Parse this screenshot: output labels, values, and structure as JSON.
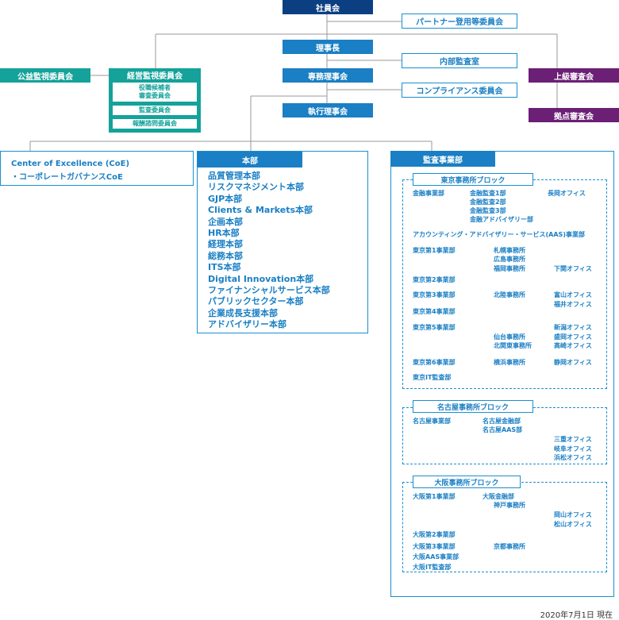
{
  "top": {
    "shain": "社員会",
    "partner": "パートナー登用等委員会",
    "rijicho": "理事長",
    "naibu": "内部監査室",
    "senmu": "専務理事会",
    "compliance": "コンプライアンス委員会",
    "shikko": "執行理事会",
    "joukyu": "上級審査会",
    "kyoten": "拠点審査会"
  },
  "keiei": {
    "title": "経営監視委員会",
    "sub1": "役職候補者\n審査委員会",
    "sub2": "監査委員会",
    "sub3": "報酬諮問委員会",
    "public": "公益監視委員会"
  },
  "coe": {
    "line1": "Center of Excellence (CoE)",
    "line2": "・コーポレートガバナンスCoE"
  },
  "honbu": {
    "title": "本部",
    "items": [
      "品質管理本部",
      "リスクマネジメント本部",
      "GJP本部",
      "Clients & Markets本部",
      "企画本部",
      "HR本部",
      "経理本部",
      "総務本部",
      "ITS本部",
      "Digital Innovation本部",
      "ファイナンシャルサービス本部",
      "パブリックセクター本部",
      "企業成長支援本部",
      "アドバイザリー本部"
    ]
  },
  "kansa": {
    "title": "監査事業部",
    "tokyo": {
      "title": "東京事務所ブロック",
      "kinyu": "金融事業部",
      "kinyu_sub": [
        "金融監査1部",
        "金融監査2部",
        "金融監査3部",
        "金融アドバイザリー部"
      ],
      "nagaoka": "長岡オフィス",
      "aas": "アカウンティング・アドバイザリー・サービス(AAS)事業部",
      "t1": "東京第1事業部",
      "t1_sub": [
        "札幌事務所",
        "広島事務所",
        "福岡事務所"
      ],
      "shimonoseki": "下関オフィス",
      "t2": "東京第2事業部",
      "t3": "東京第3事業部",
      "hokuriku": "北陸事務所",
      "hokuriku_sub": [
        "富山オフィス",
        "福井オフィス"
      ],
      "t4": "東京第4事業部",
      "t5": "東京第5事業部",
      "t5_sub": [
        "仙台事務所",
        "北関東事務所"
      ],
      "niigata": "新潟オフィス",
      "morioka": "盛岡オフィス",
      "takasaki": "高崎オフィス",
      "t6": "東京第6事業部",
      "yokohama": "横浜事務所",
      "shizuoka": "静岡オフィス",
      "it": "東京IT監査部"
    },
    "nagoya": {
      "title": "名古屋事務所ブロック",
      "dept": "名古屋事業部",
      "sub": [
        "名古屋金融部",
        "名古屋AAS部"
      ],
      "offices": [
        "三重オフィス",
        "岐阜オフィス",
        "浜松オフィス"
      ]
    },
    "osaka": {
      "title": "大阪事務所ブロック",
      "o1": "大阪第1事業部",
      "o1_sub": [
        "大阪金融部",
        "神戸事務所"
      ],
      "offices": [
        "岡山オフィス",
        "松山オフィス"
      ],
      "o2": "大阪第2事業部",
      "o3": "大阪第3事業部",
      "kyoto": "京都事務所",
      "aas": "大阪AAS事業部",
      "it": "大阪IT監査部"
    }
  },
  "date": "2020年7月1日 現在"
}
